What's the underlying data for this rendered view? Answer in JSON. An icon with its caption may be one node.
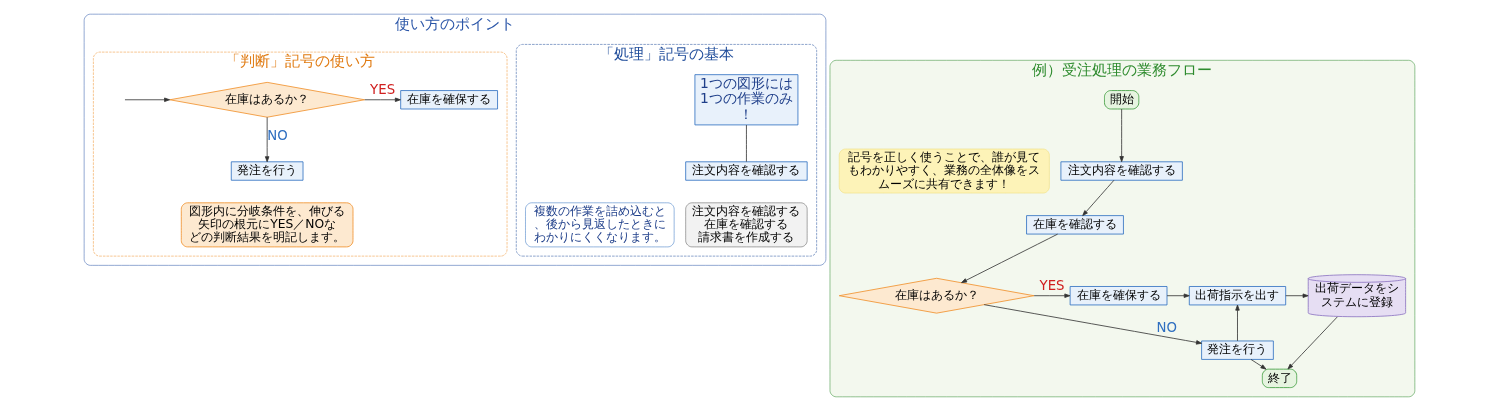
{
  "diagram": {
    "nodes": [
      {
        "text": [
          "使い方のポイント"
        ]
      },
      {
        "text": [
          "「処理」記号の基本"
        ],
        "in": 0
      },
      {
        "text": [
          "1つの図形には1つの作業のみ！"
        ],
        "in": 1
      },
      {
        "text": [
          "注文内容を確認する"
        ],
        "in": 1
      },
      {
        "text": [
          "注文内容を確認する",
          "在庫を確認する",
          "請求書を作成する"
        ],
        "in": 1
      },
      {
        "text": [
          "複数の作業を詰め込むと、後から見返したときにわかりにくくなります。"
        ],
        "in": 1
      },
      {
        "text": [
          "「判断」記号の使い方"
        ],
        "in": 0
      },
      {
        "text": [
          "在庫はあるか？"
        ],
        "in": 6
      },
      {
        "text": [
          "在庫を確保する"
        ],
        "in": 6
      },
      {
        "text": [
          "発注を行う"
        ],
        "in": 6
      },
      {
        "text": [
          "図形内に分岐条件を、伸びる矢印の根元にYES／NOなどの判断結果を明記します。"
        ],
        "in": 6
      },
      {
        "text": [
          "例）受注処理の業務フロー"
        ]
      },
      {
        "text": [
          "開始"
        ],
        "in": 11
      },
      {
        "text": [
          "注文内容を確認する"
        ],
        "in": 11
      },
      {
        "text": [
          "在庫を確認する"
        ],
        "in": 11
      },
      {
        "text": [
          "在庫はあるか？"
        ],
        "in": 11
      },
      {
        "text": [
          "在庫を確保する"
        ],
        "in": 11
      },
      {
        "text": [
          "出荷指示を出す"
        ],
        "in": 11
      },
      {
        "text": [
          "出荷データをシステムに登録"
        ],
        "in": 11
      },
      {
        "text": [
          "発注を行う"
        ],
        "in": 11
      },
      {
        "text": [
          "終了"
        ],
        "in": 11
      },
      {
        "text": [
          "記号を正しく使うことで、誰が見てもわかりやすく、業務の全体像をスムーズに共有できます！"
        ],
        "in": 11
      }
    ],
    "edges": [
      {
        "from": 2,
        "to": 3,
        "arrow": "none"
      },
      {
        "from": null,
        "to": 7,
        "arrow": "to"
      },
      {
        "from": 7,
        "to": 8,
        "arrow": "to",
        "label": "YES"
      },
      {
        "from": 7,
        "to": 9,
        "arrow": "to",
        "label": "NO"
      },
      {
        "from": 12,
        "to": 13,
        "arrow": "to"
      },
      {
        "from": 13,
        "to": 14,
        "arrow": "to"
      },
      {
        "from": 14,
        "to": 15,
        "arrow": "to"
      },
      {
        "from": 15,
        "to": 16,
        "arrow": "to",
        "label": "YES"
      },
      {
        "from": 15,
        "to": 19,
        "arrow": "to",
        "label": "NO"
      },
      {
        "from": 16,
        "to": 17,
        "arrow": "to"
      },
      {
        "from": 17,
        "to": 18,
        "arrow": "to"
      },
      {
        "from": 19,
        "to": 17,
        "arrow": "to"
      },
      {
        "from": 19,
        "to": 20,
        "arrow": "to"
      },
      {
        "from": 18,
        "to": 20,
        "arrow": "to"
      }
    ]
  }
}
